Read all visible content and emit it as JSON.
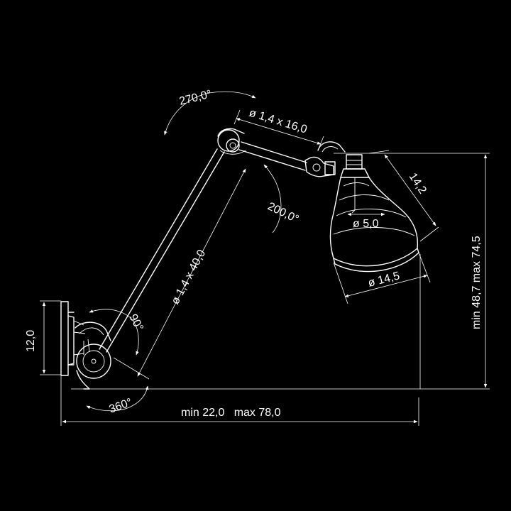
{
  "dimensions": {
    "swivel_angle": "270,0°",
    "upper_arm": "ø 1,4 x 16,0",
    "head_depth": "14,2",
    "bulb_diameter": "ø 5,0",
    "shade_diameter": "ø 14,5",
    "elbow_angle": "200,0°",
    "height_range": "min 48,7   max 74,5",
    "lower_arm": "ø 1,4 x 40,0",
    "base_tilt": "90°",
    "base_height": "12,0",
    "base_rotation": "360°",
    "reach_range": "min 22,0   max 78,0"
  },
  "colors": {
    "background": "#000000",
    "line": "#ffffff"
  }
}
